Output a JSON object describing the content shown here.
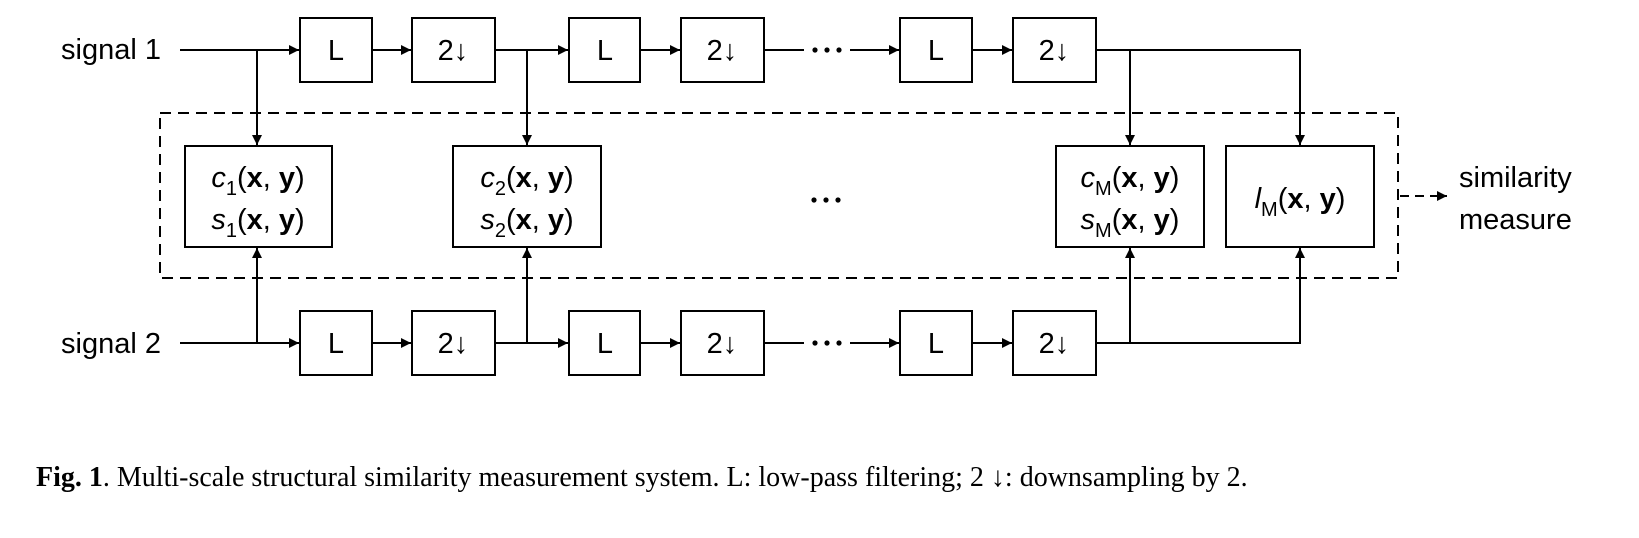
{
  "diagram": {
    "inputs": {
      "top": "signal 1",
      "bottom": "signal 2"
    },
    "filter_label": "L",
    "downsample_label": "2↓",
    "ellipsis": "···",
    "output_label": [
      "similarity",
      "measure"
    ],
    "stages": [
      {
        "c": "c",
        "s": "s",
        "sub": "1",
        "args": [
          "x",
          "y"
        ]
      },
      {
        "c": "c",
        "s": "s",
        "sub": "2",
        "args": [
          "x",
          "y"
        ]
      },
      {
        "c": "c",
        "s": "s",
        "sub": "M",
        "args": [
          "x",
          "y"
        ]
      }
    ],
    "luminance": {
      "l": "l",
      "sub": "M",
      "args": [
        "x",
        "y"
      ]
    }
  },
  "caption": {
    "label": "Fig. 1",
    "text": ". Multi-scale structural similarity measurement system. L: low-pass filtering; 2 ↓: downsampling by 2."
  }
}
